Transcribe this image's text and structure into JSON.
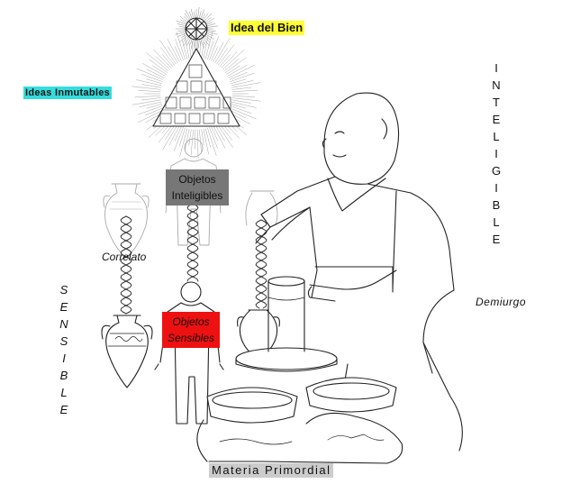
{
  "labels": {
    "idea_del_bien": "Idea del Bien",
    "ideas_inmutables": "Ideas Inmutables",
    "objetos_inteligibles": "Objetos Inteligibles",
    "objetos_sensibles": "Objetos Sensibles",
    "correlato": "Correlato",
    "demiurgo": "Demiurgo",
    "materia_primordial": "Materia Primordial",
    "inteligible": "INTELIGIBLE",
    "sensible": "SENSIBLE"
  },
  "colors": {
    "idea_del_bien_bg": "#ffff33",
    "ideas_inmutables_bg": "#33dddd",
    "objetos_inteligibles_bg": "#777777",
    "objetos_sensibles_bg": "#ee1111",
    "materia_primordial_bg": "#cccccc"
  }
}
